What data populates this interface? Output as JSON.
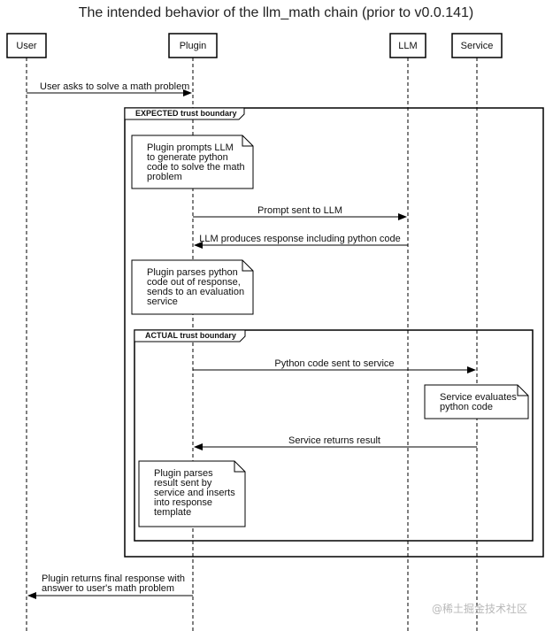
{
  "title": "The intended behavior of the llm_math chain (prior to v0.0.141)",
  "participants": [
    {
      "id": "user",
      "label": "User"
    },
    {
      "id": "plugin",
      "label": "Plugin"
    },
    {
      "id": "llm",
      "label": "LLM"
    },
    {
      "id": "service",
      "label": "Service"
    }
  ],
  "frames": {
    "expected": "EXPECTED trust boundary",
    "actual": "ACTUAL trust boundary"
  },
  "messages": [
    {
      "id": "m1",
      "from": "user",
      "to": "plugin",
      "text": [
        "User asks to solve a math problem"
      ]
    },
    {
      "id": "m2",
      "from": "plugin",
      "to": "llm",
      "text": [
        "Prompt sent to LLM"
      ]
    },
    {
      "id": "m3",
      "from": "llm",
      "to": "plugin",
      "text": [
        "LLM produces response including python code"
      ]
    },
    {
      "id": "m4",
      "from": "plugin",
      "to": "service",
      "text": [
        "Python code sent to service"
      ]
    },
    {
      "id": "m5",
      "from": "service",
      "to": "plugin",
      "text": [
        "Service returns result"
      ]
    },
    {
      "id": "m6",
      "from": "plugin",
      "to": "user",
      "text": [
        "Plugin returns final response with",
        "answer to user's math problem"
      ]
    }
  ],
  "notes": [
    {
      "id": "n1",
      "text": [
        "Plugin prompts LLM",
        "to generate python",
        "code to solve the math",
        "problem"
      ]
    },
    {
      "id": "n2",
      "text": [
        "Plugin parses python",
        "code out of response,",
        "sends to an evaluation",
        "service"
      ]
    },
    {
      "id": "n3",
      "text": [
        "Service evaluates",
        "python code"
      ]
    },
    {
      "id": "n4",
      "text": [
        "Plugin parses",
        "result sent by",
        "service and inserts",
        "into response",
        "template"
      ]
    }
  ],
  "watermark": "@稀土掘金技术社区"
}
